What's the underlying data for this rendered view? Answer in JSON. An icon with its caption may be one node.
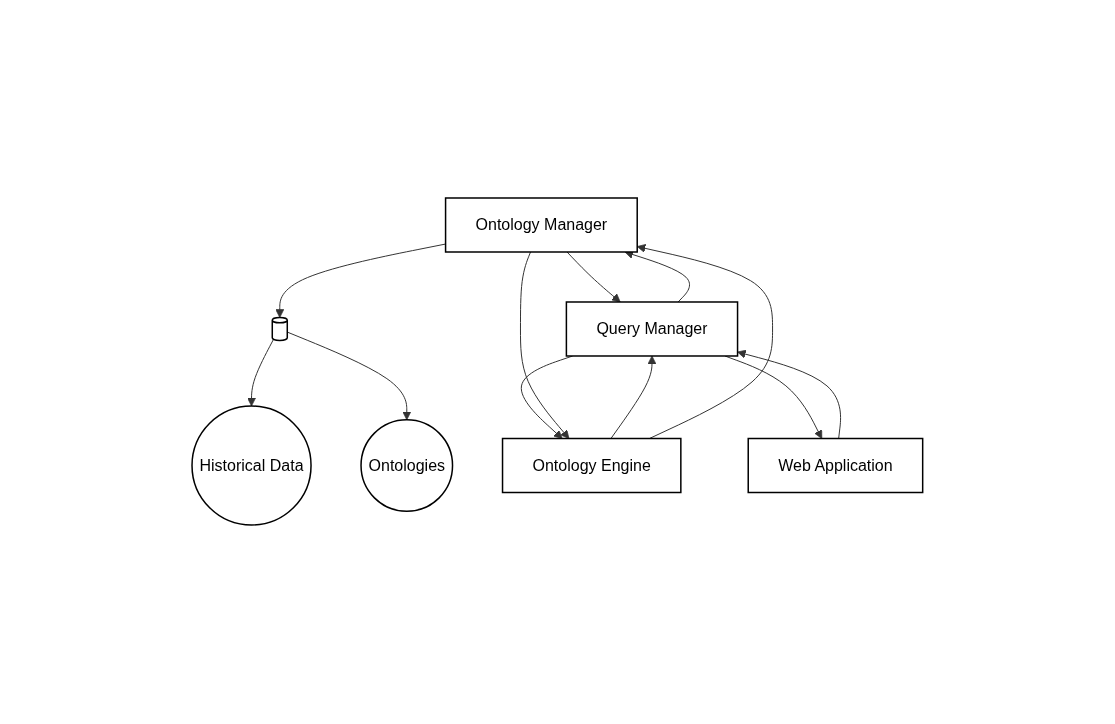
{
  "diagram": {
    "nodes": [
      {
        "text": [
          "Historical Data"
        ]
      },
      {
        "text": [
          "Ontologies"
        ]
      },
      {
        "text": [],
        "shape": "cylinder"
      },
      {
        "text": [
          "Ontology Manager"
        ]
      },
      {
        "text": [
          "Ontology Engine"
        ]
      },
      {
        "text": [
          "Query Manager"
        ]
      },
      {
        "text": [
          "Web Application"
        ]
      }
    ],
    "edges": [
      {
        "from": 2,
        "to": 0,
        "arrow": "to"
      },
      {
        "from": 2,
        "to": 1,
        "arrow": "to"
      },
      {
        "from": 3,
        "to": 2,
        "arrow": "to"
      },
      {
        "from": 3,
        "to": 5,
        "arrow": "to"
      },
      {
        "from": 5,
        "to": 3,
        "arrow": "to"
      },
      {
        "from": 5,
        "to": 4,
        "arrow": "to"
      },
      {
        "from": 4,
        "to": 5,
        "arrow": "to"
      },
      {
        "from": 3,
        "to": 4,
        "arrow": "to"
      },
      {
        "from": 4,
        "to": 3,
        "arrow": "to"
      },
      {
        "from": 6,
        "to": 5,
        "arrow": "to"
      },
      {
        "from": 5,
        "to": 6,
        "arrow": "to"
      }
    ]
  }
}
